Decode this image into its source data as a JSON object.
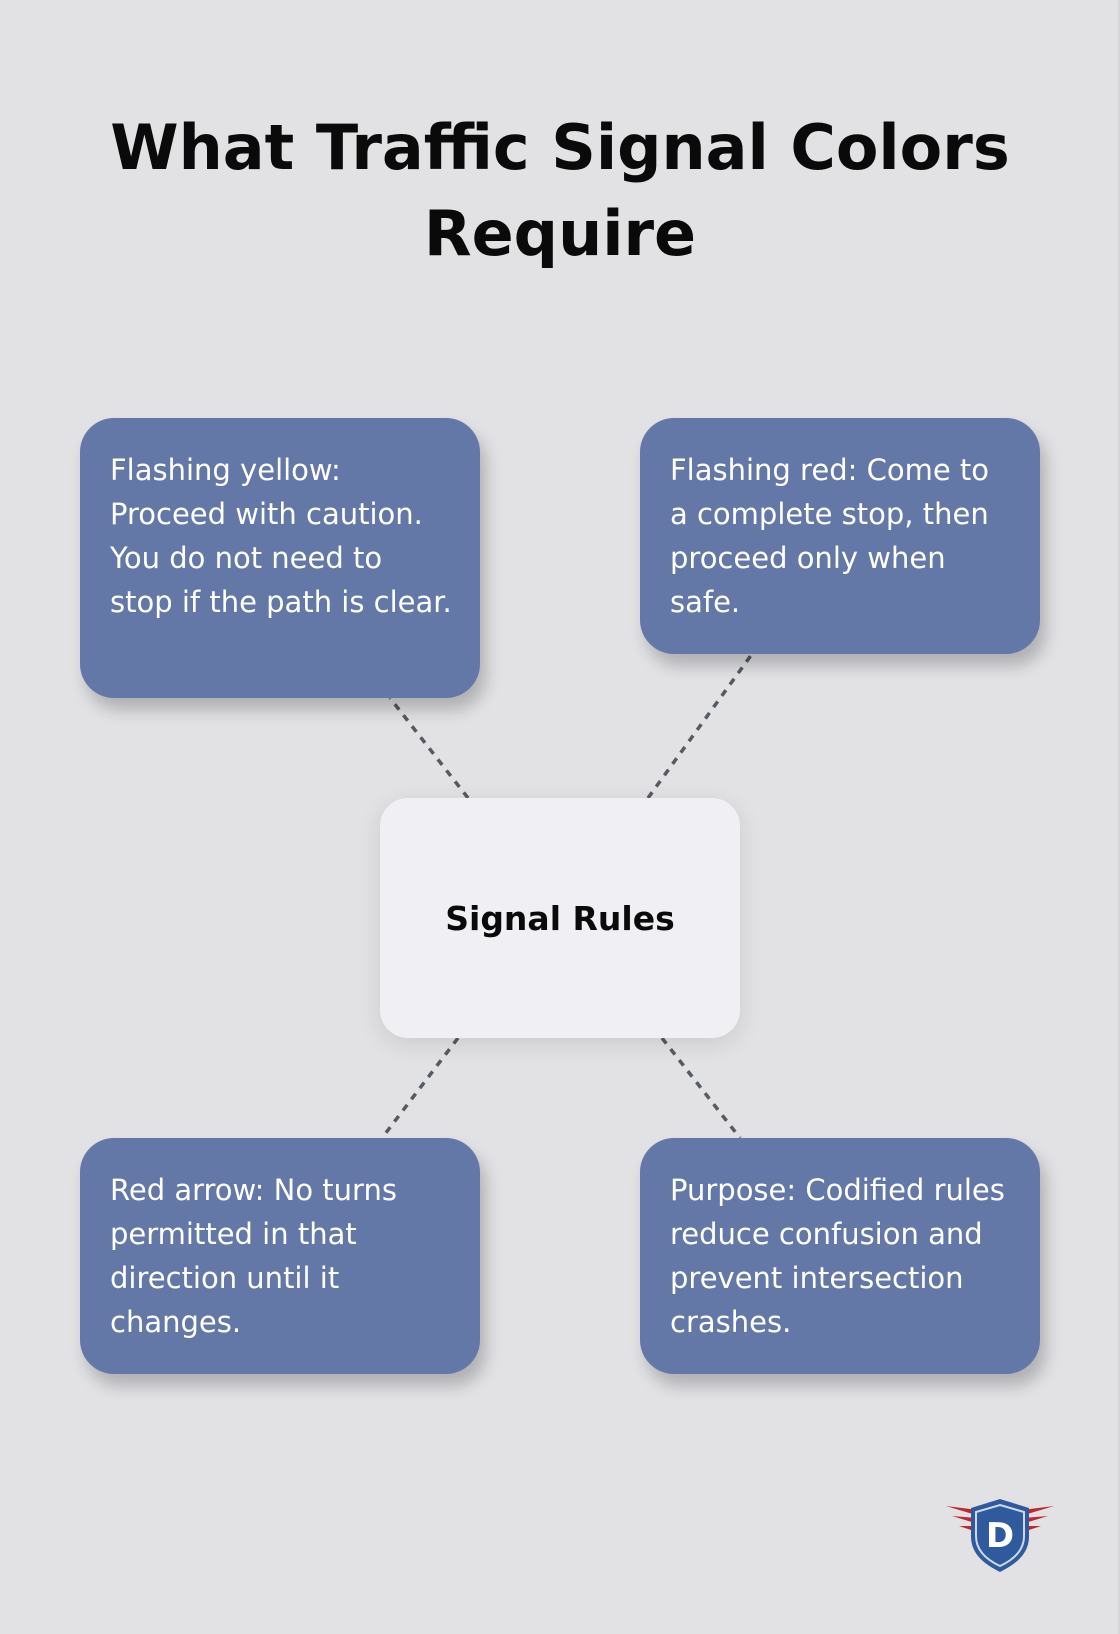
{
  "title": "What Traffic Signal Colors Require",
  "hub": {
    "label": "Signal Rules"
  },
  "cards": [
    "Flashing yellow: Proceed with caution. You do not need to stop if the path is clear.",
    "Flashing red: Come to a complete stop, then proceed only when safe.",
    "Red arrow: No turns permitted in that direction until it changes.",
    "Purpose: Codified rules reduce confusion and prevent intersection crashes."
  ],
  "logo": {
    "letter": "D",
    "icon": "winged-shield-icon"
  },
  "colors": {
    "background": "#e2e2e4",
    "card": "#6478a8",
    "hub": "#f0f0f4",
    "logo_shield": "#2f5a9e",
    "logo_wings": "#c1272d"
  }
}
